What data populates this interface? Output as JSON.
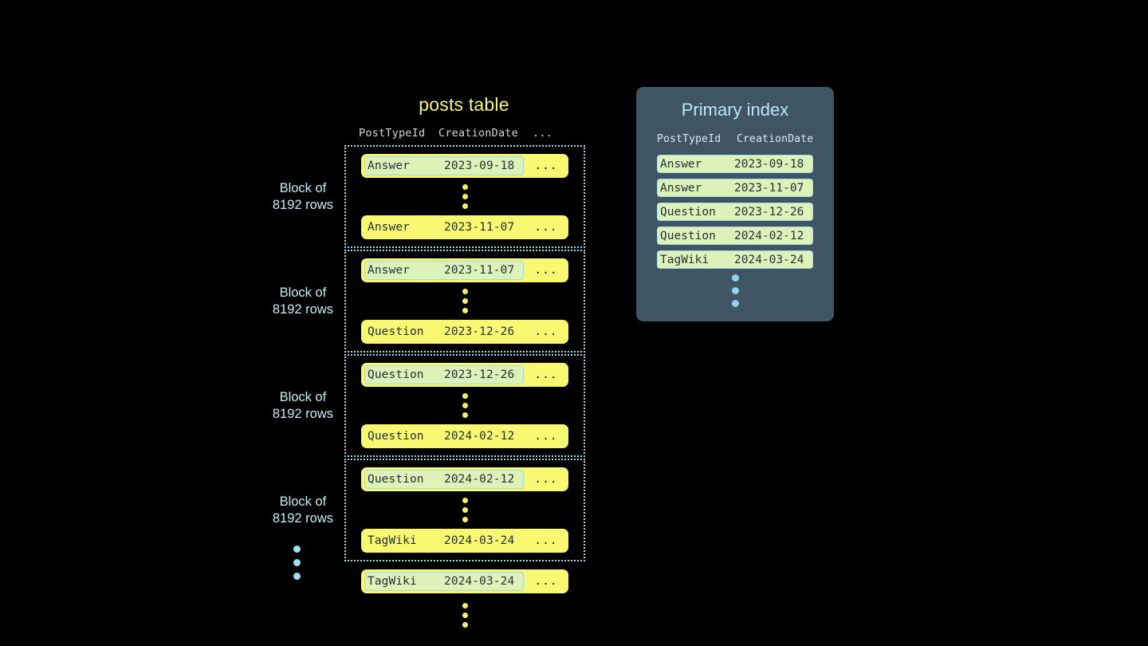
{
  "colors": {
    "background": "#000000",
    "row_fill": "#f9f871",
    "marked_fill": "#dcf2b8",
    "marked_border": "#9fd6ea",
    "block_border": "#a8d8ea",
    "label_blue": "#c3ecf7",
    "title_yellow": "#f5f57a",
    "panel_bg": "#3f5564",
    "panel_title": "#b9e7f7",
    "dot_yellow": "#f0ef6e",
    "dot_blue": "#8ed5ee"
  },
  "posts_table": {
    "title": "posts table",
    "columns": {
      "post_type_id": "PostTypeId",
      "creation_date": "CreationDate",
      "more": "..."
    },
    "row_more": "...",
    "block_label": "Block of\n8192 rows",
    "block_label_line1": "Block of",
    "block_label_line2": "8192 rows",
    "blocks": [
      {
        "label_line1": "Block of",
        "label_line2": "8192 rows",
        "first_row": {
          "post_type_id": "Answer",
          "creation_date": "2023-09-18",
          "more": "...",
          "marked": true
        },
        "last_row": {
          "post_type_id": "Answer",
          "creation_date": "2023-11-07",
          "more": "...",
          "marked": false
        }
      },
      {
        "label_line1": "Block of",
        "label_line2": "8192 rows",
        "first_row": {
          "post_type_id": "Answer",
          "creation_date": "2023-11-07",
          "more": "...",
          "marked": true
        },
        "last_row": {
          "post_type_id": "Question",
          "creation_date": "2023-12-26",
          "more": "...",
          "marked": false
        }
      },
      {
        "label_line1": "Block of",
        "label_line2": "8192 rows",
        "first_row": {
          "post_type_id": "Question",
          "creation_date": "2023-12-26",
          "more": "...",
          "marked": true
        },
        "last_row": {
          "post_type_id": "Question",
          "creation_date": "2024-02-12",
          "more": "...",
          "marked": false
        }
      },
      {
        "label_line1": "Block of",
        "label_line2": "8192 rows",
        "first_row": {
          "post_type_id": "Question",
          "creation_date": "2024-02-12",
          "more": "...",
          "marked": true
        },
        "last_row": {
          "post_type_id": "TagWiki",
          "creation_date": "2024-03-24",
          "more": "...",
          "marked": false
        }
      }
    ],
    "tail_row": {
      "post_type_id": "TagWiki",
      "creation_date": "2024-03-24",
      "more": "...",
      "marked": true
    }
  },
  "primary_index": {
    "title": "Primary index",
    "columns": {
      "post_type_id": "PostTypeId",
      "creation_date": "CreationDate"
    },
    "rows": [
      {
        "post_type_id": "Answer",
        "creation_date": "2023-09-18"
      },
      {
        "post_type_id": "Answer",
        "creation_date": "2023-11-07"
      },
      {
        "post_type_id": "Question",
        "creation_date": "2023-12-26"
      },
      {
        "post_type_id": "Question",
        "creation_date": "2024-02-12"
      },
      {
        "post_type_id": "TagWiki",
        "creation_date": "2024-03-24"
      }
    ]
  }
}
